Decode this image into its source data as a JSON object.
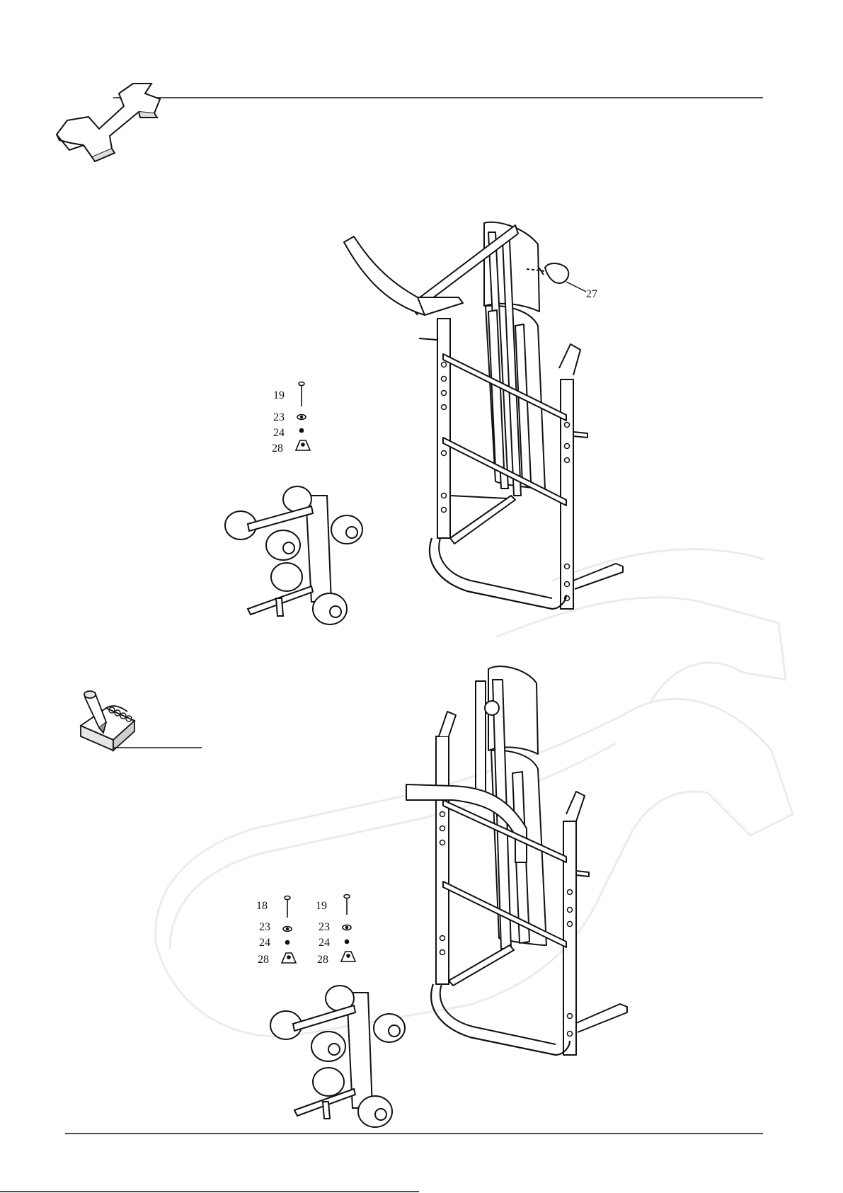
{
  "icons": {
    "header": "wrench-icon",
    "note": "notepad-pencil-icon",
    "watermark": "wrench-watermark"
  },
  "step1": {
    "callout_label": "27",
    "hardware": [
      "19",
      "23",
      "24",
      "28"
    ]
  },
  "step2": {
    "hardware_left": [
      "18",
      "23",
      "24",
      "28"
    ],
    "hardware_right": [
      "19",
      "23",
      "24",
      "28"
    ]
  },
  "colors": {
    "line": "#111111",
    "watermark": "#e9e9e9"
  }
}
